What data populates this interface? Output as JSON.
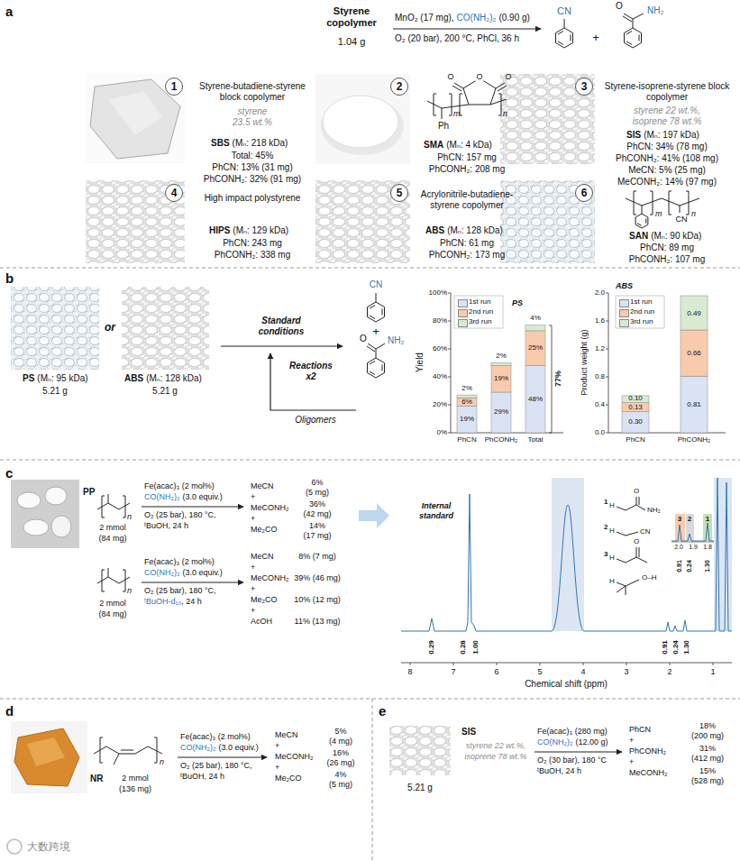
{
  "diagram": {
    "nodes": [
      {
        "text": [
          "1"
        ]
      },
      {
        "text": [
          "2"
        ]
      },
      {
        "text": [
          "3"
        ]
      },
      {
        "text": [
          "4"
        ]
      },
      {
        "text": [
          "5"
        ]
      },
      {
        "text": [
          "6"
        ]
      }
    ],
    "labels": [
      "a",
      "Styrene copolymer",
      "1.04 g",
      "MnO₂ (17 mg),",
      "CO(NH₂)₂",
      "(0.90 g)",
      "O₂ (20 bar), 200 °C, PhCl, 36 h",
      "CN",
      "+",
      "O",
      "NH₂",
      "Styrene-butadiene-styrene block copolymer",
      "styrene",
      "23.5 wt.%",
      "SBS",
      "(Mₙ: 218 kDa)",
      "Total: 45%",
      "PhCN: 13% (31 mg)",
      "PhCONH₂: 32% (91 mg)",
      "Ph",
      "O",
      "O",
      "O",
      "m",
      "n",
      "SMA",
      "(Mₙ: 4 kDa)",
      "PhCN: 157 mg",
      "PhCONH₂: 208 mg",
      "Styrene-isoprene-styrene block copolymer",
      "styrene 22 wt.%,",
      "isoprene 78 wt.%",
      "SIS",
      "(Mₙ: 197 kDa)",
      "PhCN: 34% (78 mg)",
      "PhCONH₂: 41% (108 mg)",
      "MeCN: 5% (25 mg)",
      "MeCONH₂: 14% (97 mg)",
      "High impact polystyrene",
      "HIPS",
      "(Mₙ: 129 kDa)",
      "PhCN: 243 mg",
      "PhCONH₂: 338 mg",
      "Acrylonitrile-butadiene-styrene copolymer",
      "ABS",
      "(Mₙ: 128 kDa)",
      "PhCN: 61 mg",
      "PhCONH₂: 173 mg",
      "m",
      "n",
      "CN",
      "SAN",
      "(Mₙ: 90 kDa)",
      "PhCN: 89 mg",
      "PhCONH₂: 107 mg",
      "b",
      "PS",
      "(Mₙ: 95 kDa)",
      "5.21 g",
      "or",
      "ABS",
      "(Mₙ: 128 kDa)",
      "5.21 g",
      "Standard conditions",
      "Reactions x2",
      "Oligomers",
      "CN",
      "+",
      "O",
      "NH₂",
      "100%",
      "80%",
      "60%",
      "40%",
      "20%",
      "0%",
      "Yield",
      "19%",
      "6%",
      "2%",
      "29%",
      "19%",
      "2%",
      "48%",
      "25%",
      "4%",
      "77%",
      "PhCN",
      "PhCONH₂",
      "Total",
      "PS",
      "2.0",
      "1.6",
      "1.2",
      "0.8",
      "0.4",
      "0.0",
      "Product weight (g)",
      "0.30",
      "0.13",
      "0.10",
      "0.81",
      "0.66",
      "0.49",
      "PhCN",
      "PhCONH₂",
      "ABS",
      "c",
      "PP",
      "n",
      "2 mmol",
      "(84 mg)",
      "Fe(acac)₃ (2 mol%)",
      "CO(NH₂)₂",
      "(3.0 equiv.)",
      "O₂ (25 bar), 180 °C,",
      "ᵗBuOH, 24 h",
      "MeCN",
      "+",
      "MeCONH₂",
      "+",
      "Me₂CO",
      "6%",
      "(5 mg)",
      "36%",
      "(42 mg)",
      "14%",
      "(17 mg)",
      "n",
      "2 mmol",
      "(84 mg)",
      "Fe(acac)₃ (2 mol%)",
      "CO(NH₂)₂",
      "(3.0 equiv.)",
      "O₂ (25 bar), 180 °C,",
      "ᵗBuOH-d₁₀",
      ", 24 h",
      "MeCN",
      "+",
      "MeCONH₂",
      "+",
      "Me₂CO",
      "+",
      "AcOH",
      "8% (7 mg)",
      "39% (46 mg)",
      "10% (12 mg)",
      "11% (13 mg)",
      "Internal standard",
      "0.29",
      "0.28",
      "1.00",
      "0.91",
      "0.24",
      "1.30",
      "8",
      "7",
      "6",
      "5",
      "4",
      "3",
      "2",
      "1",
      "Chemical shift (ppm)",
      "1",
      "H",
      "O",
      "NH₂",
      "2",
      "H",
      "CN",
      "3",
      "H",
      "O",
      "H",
      "O–H",
      "3",
      "2",
      "1",
      "2.0",
      "1.9",
      "1.8",
      "0.91",
      "0.24",
      "1.30",
      "d",
      "n",
      "NR",
      "2 mmol",
      "(136 mg)",
      "Fe(acac)₃ (2 mol%)",
      "CO(NH₂)₂",
      "(3.0 equiv.)",
      "O₂ (25 bar), 180 °C,",
      "ᵗBuOH, 24 h",
      "MeCN",
      "+",
      "MeCONH₂",
      "+",
      "Me₂CO",
      "5%",
      "(4 mg)",
      "16%",
      "(26 mg)",
      "4%",
      "(5 mg)",
      "e",
      "SIS",
      "styrene 22 wt.%,",
      "isoprene 78 wt.%",
      "5.21 g",
      "Fe(acac)₃ (280 mg)",
      "CO(NH₂)₂",
      "(12.00 g)",
      "O₂ (30 bar), 180 °C",
      "ᵗBuOH, 24 h",
      "PhCN",
      "+",
      "PhCONH₂",
      "+",
      "MeCONH₂",
      "18%",
      "(200 mg)",
      "31%",
      "(412 mg)",
      "15%",
      "(528 mg)",
      "大数跨境"
    ],
    "legend": [
      {
        "text": "1st run",
        "color": "#dae3f3"
      },
      {
        "text": "2nd run",
        "color": "#f8cbad"
      },
      {
        "text": "3rd run",
        "color": "#d9ead3"
      },
      {
        "text": "1st run",
        "color": "#dae3f3"
      },
      {
        "text": "2nd run",
        "color": "#f8cbad"
      },
      {
        "text": "3rd run",
        "color": "#d9ead3"
      }
    ]
  }
}
